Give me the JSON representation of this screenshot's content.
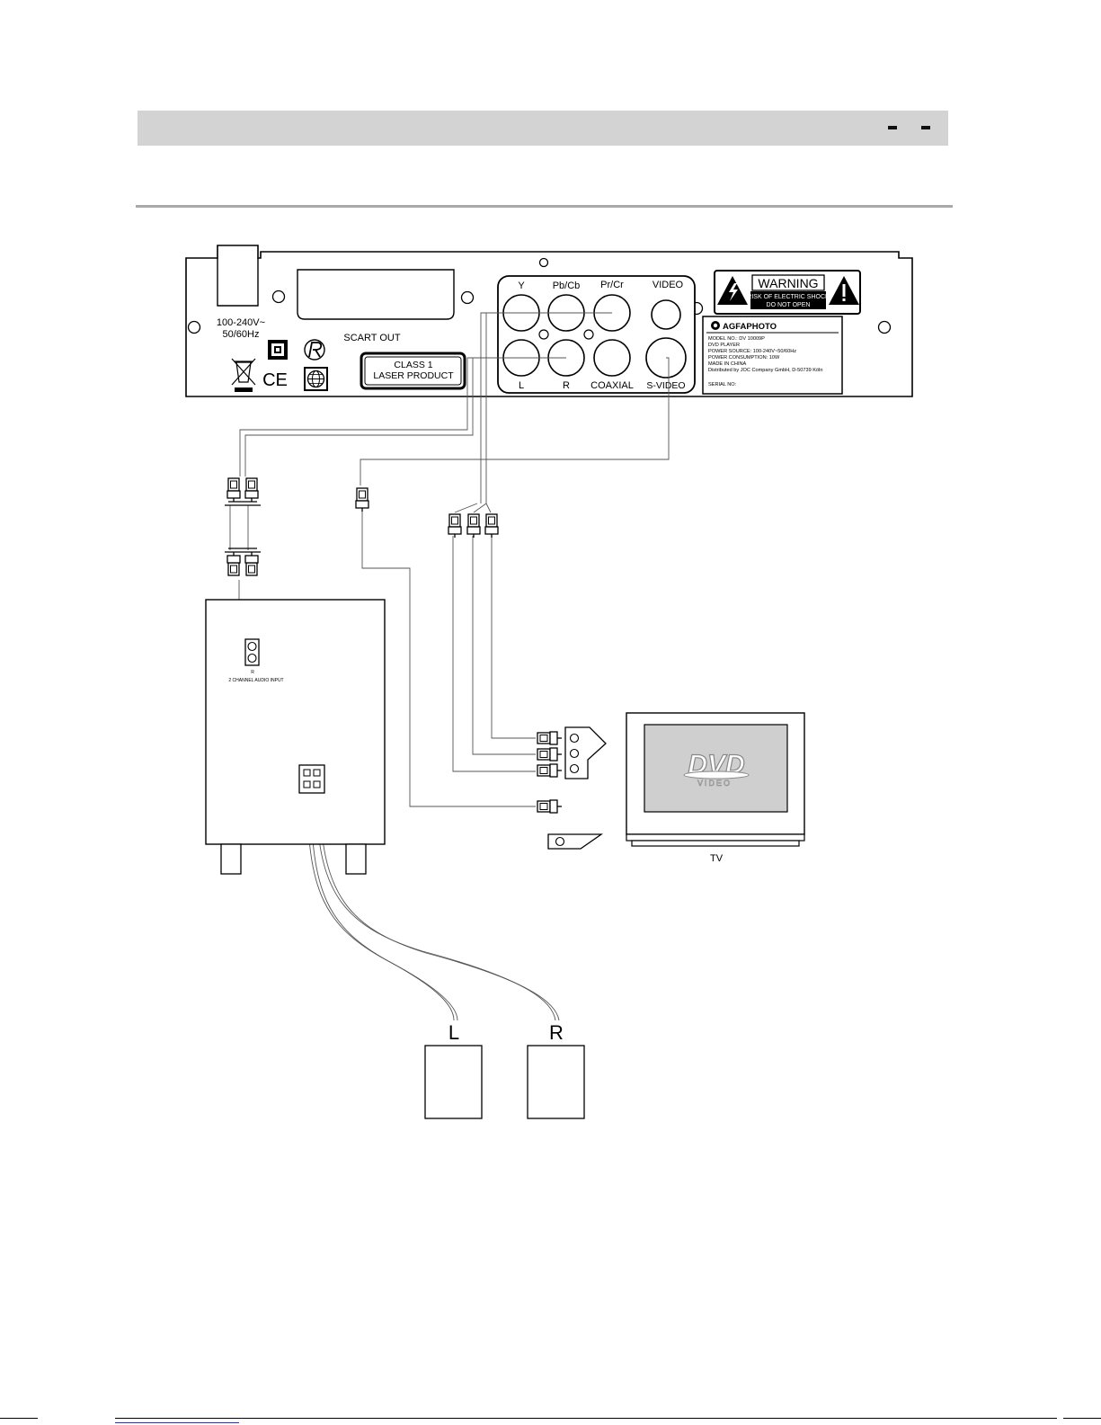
{
  "device": {
    "power_rating": [
      "100-240V~",
      "50/60Hz"
    ],
    "scart_label": "SCART OUT",
    "laser_label": [
      "CLASS 1",
      "LASER PRODUCT"
    ],
    "jack_labels": {
      "y": "Y",
      "pb_cb": "Pb/Cb",
      "pr_cr": "Pr/Cr",
      "video": "VIDEO",
      "l": "L",
      "r": "R",
      "coaxial": "COAXIAL",
      "s_video": "S-VIDEO"
    },
    "warning": {
      "title": "WARNING",
      "line1": "RISK OF ELECTRIC SHOCK",
      "line2": "DO NOT OPEN"
    },
    "rating_plate": {
      "brand": "AGFAPHOTO",
      "lines": [
        "MODEL NO.: DV 10009P",
        "DVD PLAYER",
        "POWER SOURCE: 100-240V~50/60Hz",
        "POWER CONSUMPTION: 10W",
        "MADE IN CHINA",
        "Distributed by JOC Company GmbH, D-50739 Köln"
      ],
      "serial": "SERIAL NO:"
    }
  },
  "subwoofer": {
    "input_small_label": "R",
    "input_label": "2 CHANNEL AUDIO INPUT"
  },
  "tv": {
    "label": "TV",
    "screen_logo": "DVD",
    "screen_sub": "VIDEO"
  },
  "speakers": [
    {
      "label": "L"
    },
    {
      "label": "R"
    }
  ]
}
